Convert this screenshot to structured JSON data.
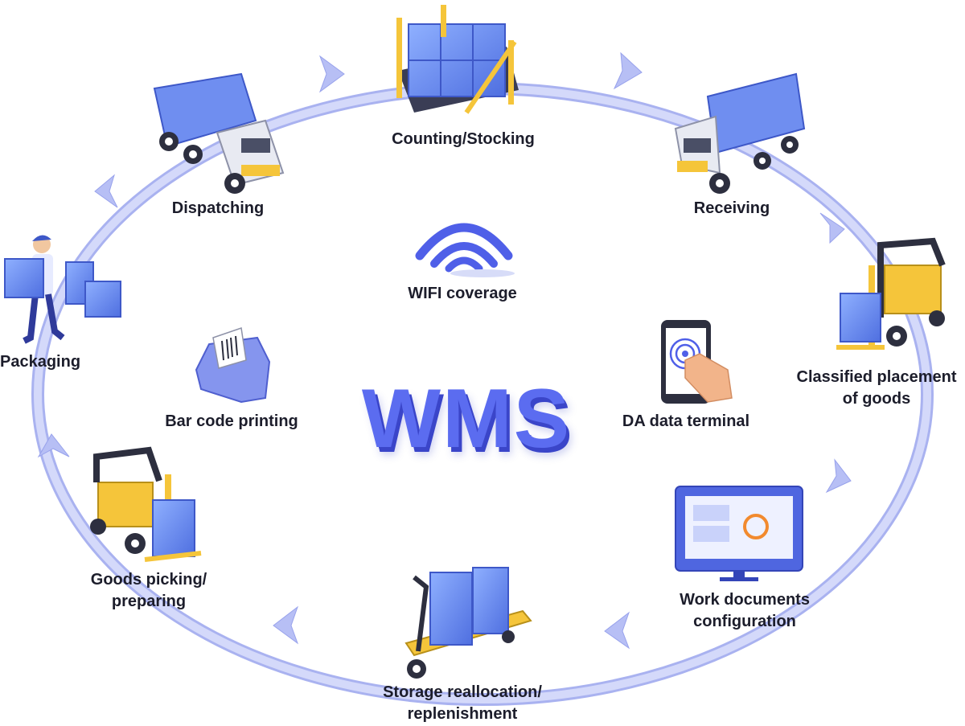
{
  "center": {
    "title": "WMS"
  },
  "cycle_steps": [
    {
      "id": "counting",
      "label": "Counting/Stocking",
      "icon": "pallet-boxes-icon"
    },
    {
      "id": "receiving",
      "label": "Receiving",
      "icon": "truck-icon"
    },
    {
      "id": "classified",
      "label_lines": [
        "Classified placement",
        "of goods"
      ],
      "icon": "forklift-icon"
    },
    {
      "id": "work-docs",
      "label_lines": [
        "Work documents",
        "configuration"
      ],
      "icon": "monitor-icon"
    },
    {
      "id": "storage",
      "label_lines": [
        "Storage reallocation/",
        "replenishment"
      ],
      "icon": "pallet-jack-icon"
    },
    {
      "id": "picking",
      "label_lines": [
        "Goods picking/",
        "preparing"
      ],
      "icon": "forklift-icon"
    },
    {
      "id": "packaging",
      "label": "Packaging",
      "icon": "worker-boxes-icon"
    },
    {
      "id": "dispatching",
      "label": "Dispatching",
      "icon": "truck-icon"
    }
  ],
  "inner_features": [
    {
      "id": "wifi",
      "label": "WIFI coverage",
      "icon": "wifi-icon"
    },
    {
      "id": "barcode",
      "label": "Bar code printing",
      "icon": "barcode-printer-icon"
    },
    {
      "id": "terminal",
      "label": "DA data terminal",
      "icon": "smartphone-touch-icon"
    }
  ],
  "colors": {
    "ring": "#c6ccf7",
    "ring_edge": "#a9b2f0",
    "accent_blue": "#5b6cf0",
    "box_blue": "#6f8ef0",
    "forklift_yellow": "#f5c53a",
    "label_text": "#1c1d2b"
  }
}
